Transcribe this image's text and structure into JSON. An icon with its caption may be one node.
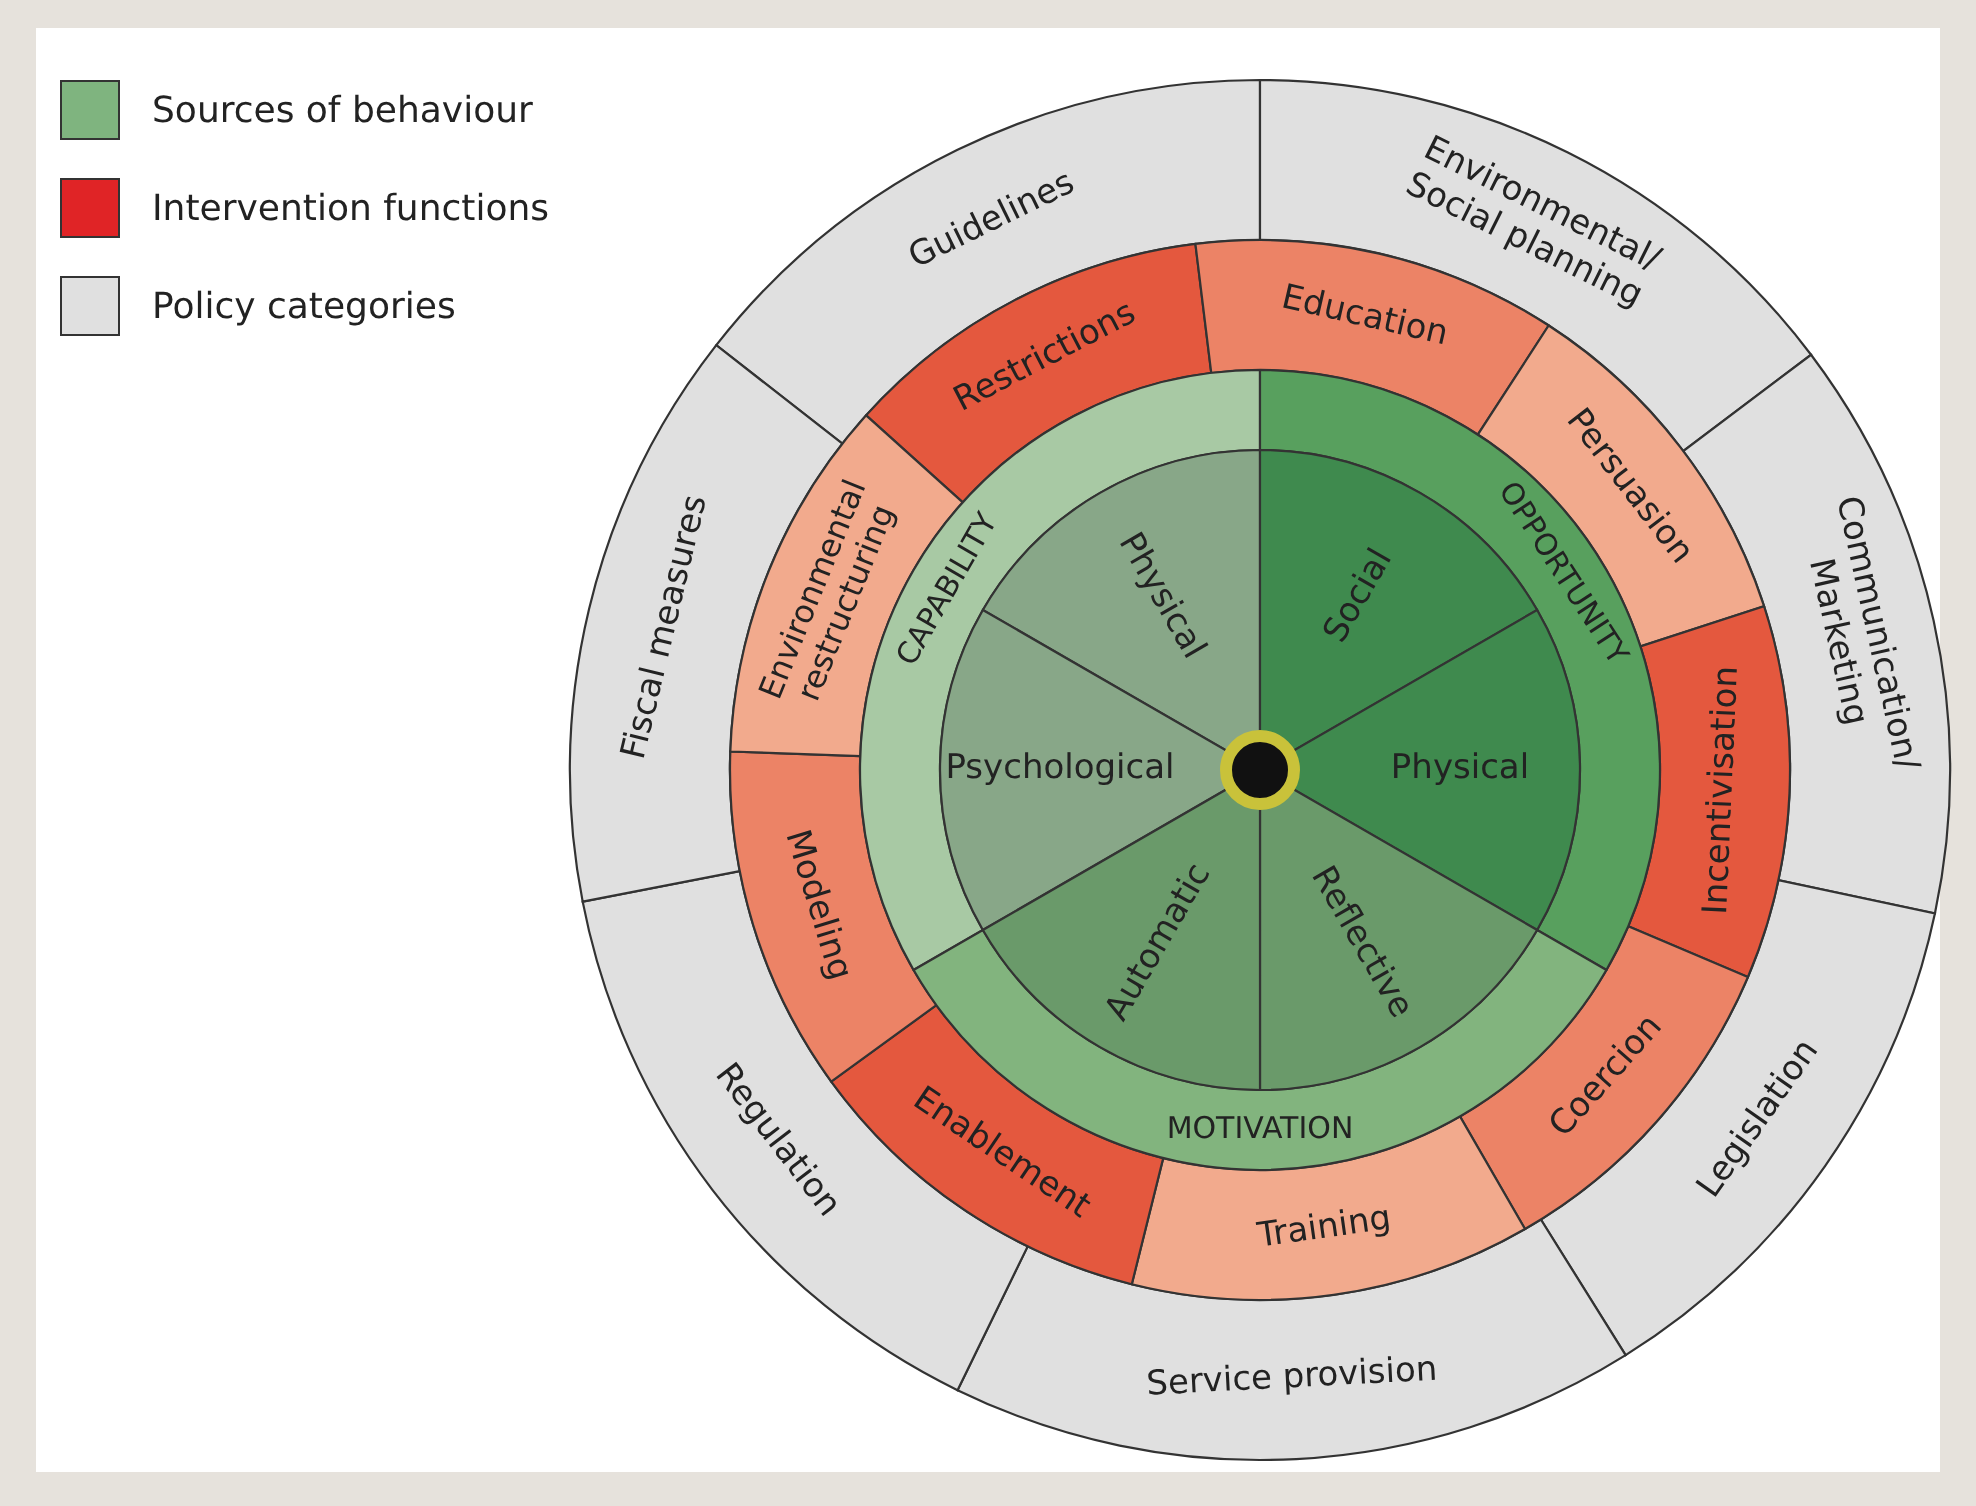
{
  "diagram": {
    "nodes": [
      {
        "text": [
          "Guidelines"
        ]
      },
      {
        "text": [
          "Environmental/ Social planning"
        ]
      },
      {
        "text": [
          "Communication/ Marketing"
        ]
      },
      {
        "text": [
          "Legislation"
        ]
      },
      {
        "text": [
          "Service provision"
        ]
      },
      {
        "text": [
          "Regulation"
        ]
      },
      {
        "text": [
          "Fiscal measures"
        ]
      },
      {
        "text": [
          "Restrictions"
        ]
      },
      {
        "text": [
          "Education"
        ]
      },
      {
        "text": [
          "Persuasion"
        ]
      },
      {
        "text": [
          "Incentivisation"
        ]
      },
      {
        "text": [
          "Coercion"
        ]
      },
      {
        "text": [
          "Training"
        ]
      },
      {
        "text": [
          "Enablement"
        ]
      },
      {
        "text": [
          "Modeling"
        ]
      },
      {
        "text": [
          "Environmental restructuring"
        ]
      },
      {
        "text": [
          "CAPABILITY"
        ]
      },
      {
        "text": [
          "OPPORTUNITY"
        ]
      },
      {
        "text": [
          "MOTIVATION"
        ]
      },
      {
        "text": [
          "Physical"
        ]
      },
      {
        "text": [
          "Psychological"
        ]
      },
      {
        "text": [
          "Social"
        ]
      },
      {
        "text": [
          "Physical"
        ]
      },
      {
        "text": [
          "Reflective"
        ]
      },
      {
        "text": [
          "Automatic"
        ]
      }
    ],
    "legend": [
      {
        "text": "Sources of behaviour",
        "color": "#7fb47f"
      },
      {
        "text": "Intervention functions",
        "color": "#e02426"
      },
      {
        "text": "Policy categories",
        "color": "#e0e0e0"
      }
    ]
  }
}
